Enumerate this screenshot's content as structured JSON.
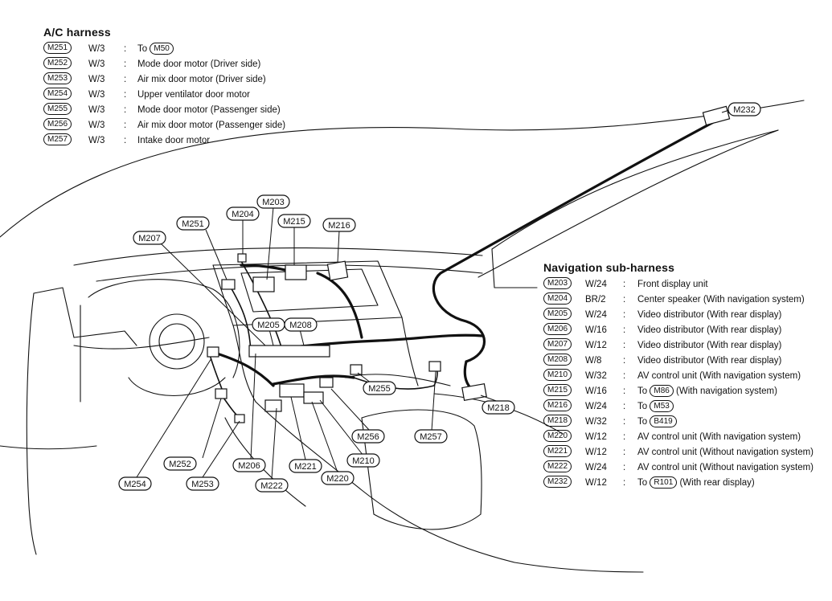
{
  "ac_harness": {
    "title": "A/C  harness",
    "rows": [
      {
        "id": "M251",
        "wire": "W/3",
        "sep": ":",
        "pre": "To",
        "ref": "M50",
        "desc": ""
      },
      {
        "id": "M252",
        "wire": "W/3",
        "sep": ":",
        "pre": "",
        "ref": "",
        "desc": "Mode door motor (Driver side)"
      },
      {
        "id": "M253",
        "wire": "W/3",
        "sep": ":",
        "pre": "",
        "ref": "",
        "desc": "Air mix door motor (Driver side)"
      },
      {
        "id": "M254",
        "wire": "W/3",
        "sep": ":",
        "pre": "",
        "ref": "",
        "desc": "Upper ventilator door motor"
      },
      {
        "id": "M255",
        "wire": "W/3",
        "sep": ":",
        "pre": "",
        "ref": "",
        "desc": "Mode door motor (Passenger side)"
      },
      {
        "id": "M256",
        "wire": "W/3",
        "sep": ":",
        "pre": "",
        "ref": "",
        "desc": "Air mix door motor (Passenger side)"
      },
      {
        "id": "M257",
        "wire": "W/3",
        "sep": ":",
        "pre": "",
        "ref": "",
        "desc": "Intake door motor"
      }
    ]
  },
  "nav_harness": {
    "title": "Navigation  sub-harness",
    "rows": [
      {
        "id": "M203",
        "wire": "W/24",
        "sep": ":",
        "pre": "",
        "ref": "",
        "desc": "Front display unit"
      },
      {
        "id": "M204",
        "wire": "BR/2",
        "sep": ":",
        "pre": "",
        "ref": "",
        "desc": "Center speaker (With navigation system)"
      },
      {
        "id": "M205",
        "wire": "W/24",
        "sep": ":",
        "pre": "",
        "ref": "",
        "desc": "Video distributor (With rear display)"
      },
      {
        "id": "M206",
        "wire": "W/16",
        "sep": ":",
        "pre": "",
        "ref": "",
        "desc": "Video distributor (With rear display)"
      },
      {
        "id": "M207",
        "wire": "W/12",
        "sep": ":",
        "pre": "",
        "ref": "",
        "desc": "Video distributor (With rear display)"
      },
      {
        "id": "M208",
        "wire": "W/8",
        "sep": ":",
        "pre": "",
        "ref": "",
        "desc": "Video distributor (With rear display)"
      },
      {
        "id": "M210",
        "wire": "W/32",
        "sep": ":",
        "pre": "",
        "ref": "",
        "desc": "AV control unit (With navigation system)"
      },
      {
        "id": "M215",
        "wire": "W/16",
        "sep": ":",
        "pre": "To",
        "ref": "M86",
        "desc": "(With navigation system)"
      },
      {
        "id": "M216",
        "wire": "W/24",
        "sep": ":",
        "pre": "To",
        "ref": "M53",
        "desc": ""
      },
      {
        "id": "M218",
        "wire": "W/32",
        "sep": ":",
        "pre": "To",
        "ref": "B419",
        "desc": ""
      },
      {
        "id": "M220",
        "wire": "W/12",
        "sep": ":",
        "pre": "",
        "ref": "",
        "desc": "AV control unit (With navigation system)"
      },
      {
        "id": "M221",
        "wire": "W/12",
        "sep": ":",
        "pre": "",
        "ref": "",
        "desc": "AV control unit (Without navigation system)"
      },
      {
        "id": "M222",
        "wire": "W/24",
        "sep": ":",
        "pre": "",
        "ref": "",
        "desc": "AV control unit (Without navigation system)"
      },
      {
        "id": "M232",
        "wire": "W/12",
        "sep": ":",
        "pre": "To",
        "ref": "R101",
        "desc": "(With rear display)"
      }
    ]
  },
  "callouts": [
    "M232",
    "M203",
    "M204",
    "M215",
    "M216",
    "M251",
    "M207",
    "M205",
    "M208",
    "M255",
    "M218",
    "M256",
    "M257",
    "M210",
    "M252",
    "M206",
    "M221",
    "M220",
    "M254",
    "M253",
    "M222"
  ]
}
